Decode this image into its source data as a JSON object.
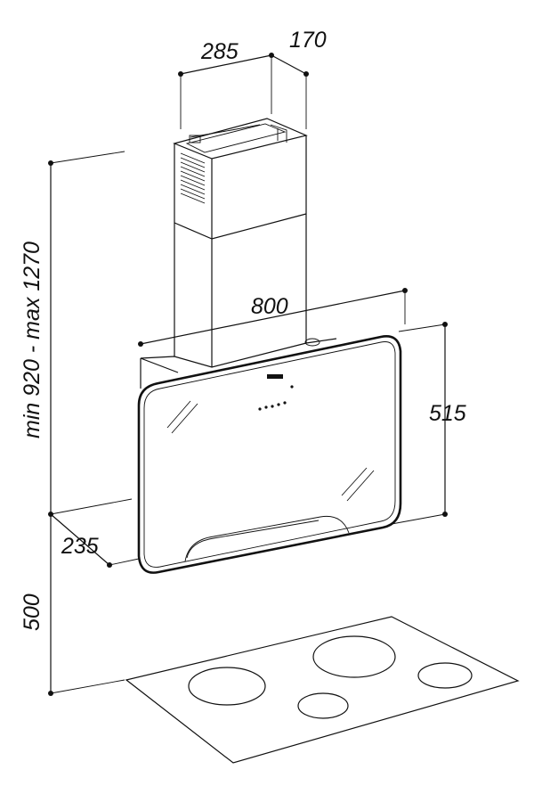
{
  "dimensions": {
    "chimney_width": "285",
    "chimney_depth": "170",
    "hood_width": "800",
    "hood_height": "515",
    "hood_projection": "235",
    "total_height": "min 920 - max 1270",
    "hob_clearance": "500"
  }
}
